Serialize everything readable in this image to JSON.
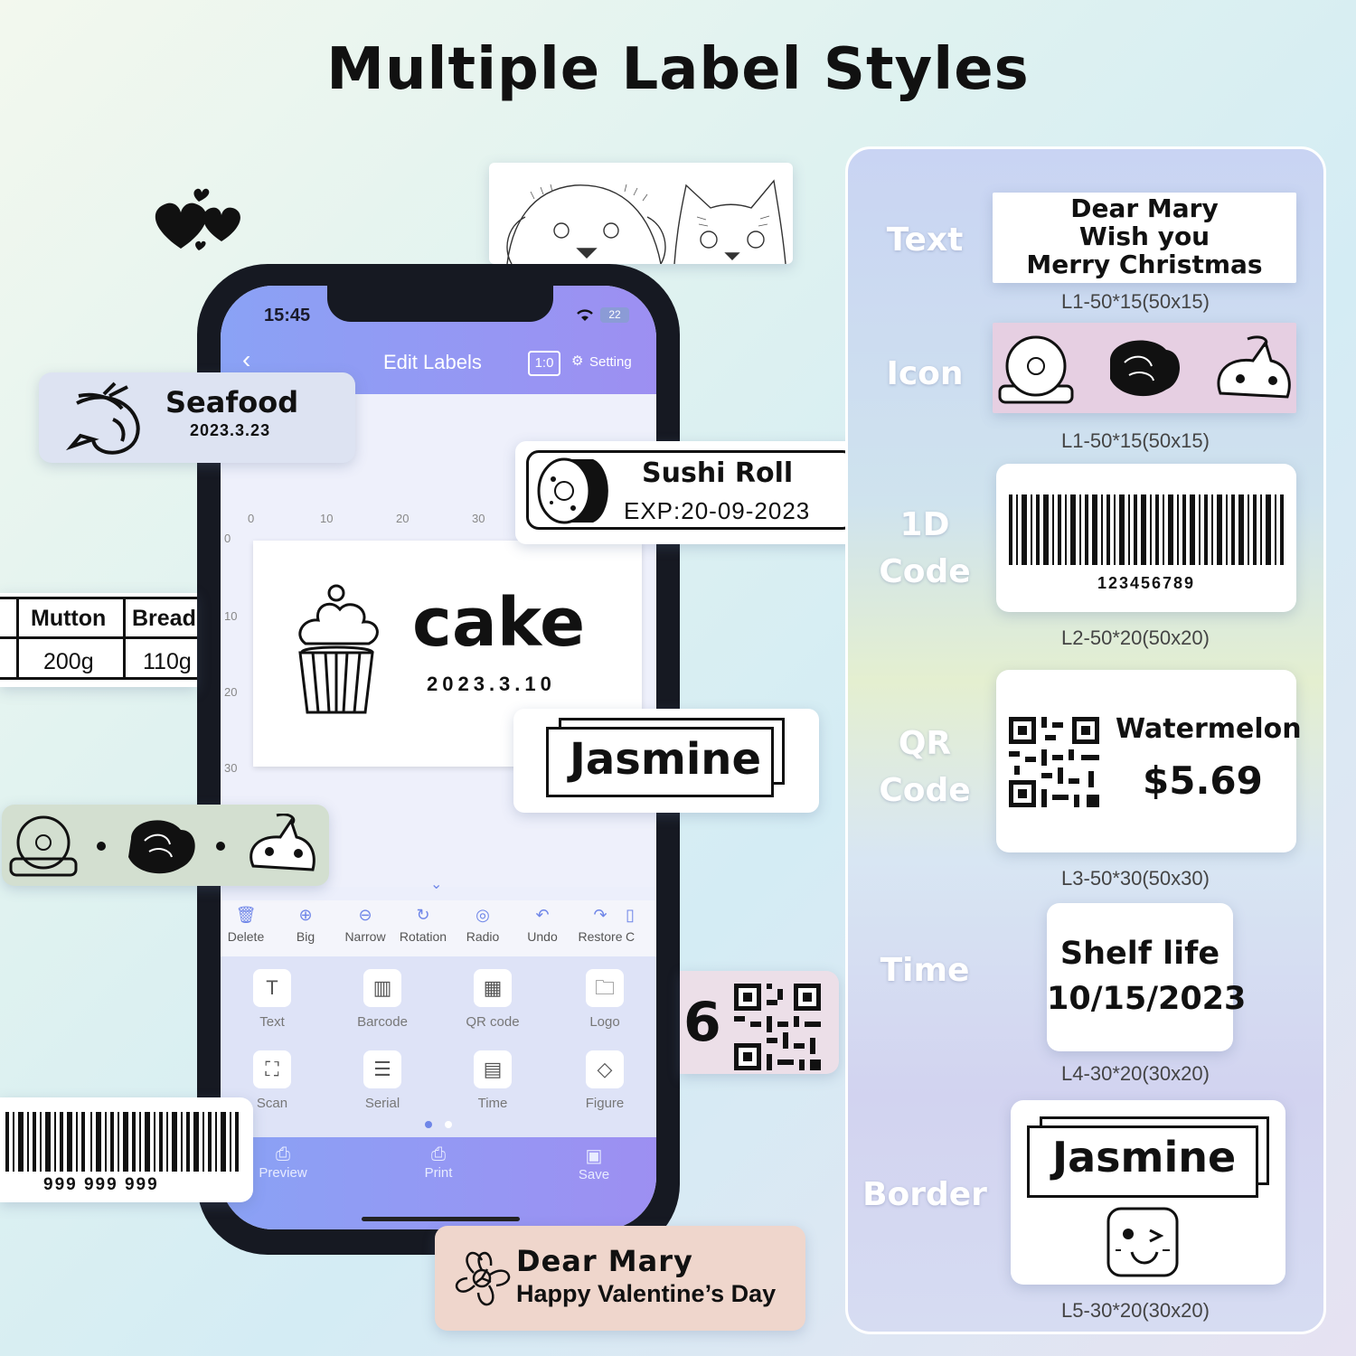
{
  "page": {
    "title": "Multiple Label Styles"
  },
  "phone": {
    "time": "15:45",
    "battery": "22",
    "nav": {
      "back_icon": "chevron-left-icon",
      "title": "Edit Labels",
      "ratio_label": "1:0",
      "setting_label": "Setting"
    },
    "ruler": {
      "h_ticks": [
        "0",
        "10",
        "20",
        "30"
      ],
      "v_ticks": [
        "0",
        "10",
        "20",
        "30"
      ]
    },
    "canvas_label": {
      "text": "cake",
      "date": "2023.3.10"
    },
    "toolbar": [
      {
        "label": "Delete",
        "icon": "trash-icon"
      },
      {
        "label": "Big",
        "icon": "zoom-in-icon"
      },
      {
        "label": "Narrow",
        "icon": "zoom-out-icon"
      },
      {
        "label": "Rotation",
        "icon": "rotate-icon"
      },
      {
        "label": "Radio",
        "icon": "check-circle-icon"
      },
      {
        "label": "Undo",
        "icon": "undo-icon"
      },
      {
        "label": "Restore",
        "icon": "redo-icon"
      },
      {
        "label": "C",
        "icon": "more-icon"
      }
    ],
    "grid": [
      {
        "label": "Text",
        "icon": "text-icon"
      },
      {
        "label": "Barcode",
        "icon": "barcode-icon"
      },
      {
        "label": "QR code",
        "icon": "qr-icon"
      },
      {
        "label": "Logo",
        "icon": "folder-icon"
      },
      {
        "label": "Scan",
        "icon": "scan-icon"
      },
      {
        "label": "Serial",
        "icon": "serial-icon"
      },
      {
        "label": "Time",
        "icon": "calendar-icon"
      },
      {
        "label": "Figure",
        "icon": "figure-icon"
      }
    ],
    "bottom": [
      {
        "label": "Preview",
        "icon": "preview-icon"
      },
      {
        "label": "Print",
        "icon": "printer-icon"
      },
      {
        "label": "Save",
        "icon": "save-icon"
      }
    ]
  },
  "float_labels": {
    "seafood": {
      "title": "Seafood",
      "date": "2023.3.23"
    },
    "sushi": {
      "title": "Sushi Roll",
      "exp": "EXP:20-09-2023"
    },
    "table": {
      "headers": [
        "Mutton",
        "Bread"
      ],
      "values": [
        "200g",
        "110g"
      ]
    },
    "jasmine": "Jasmine",
    "barcode_number": "999 999 999",
    "qr_prefix": "6",
    "valentine": {
      "line1": "Dear Mary",
      "line2": "Happy Valentine’s Day"
    }
  },
  "panel": {
    "rows": [
      {
        "category": "Text",
        "lines": [
          "Dear Mary",
          "Wish you",
          "Merry Christmas"
        ],
        "spec": "L1-50*15(50x15)"
      },
      {
        "category": "Icon",
        "spec": "L1-50*15(50x15)"
      },
      {
        "category": "1D\nCode",
        "number": "123456789",
        "spec": "L2-50*20(50x20)"
      },
      {
        "category": "QR\nCode",
        "name": "Watermelon",
        "price": "$5.69",
        "spec": "L3-50*30(50x30)"
      },
      {
        "category": "Time",
        "lines": [
          "Shelf life",
          "10/15/2023"
        ],
        "spec": "L4-30*20(30x20)"
      },
      {
        "category": "Border",
        "text": "Jasmine",
        "spec": "L5-30*20(30x20)"
      }
    ]
  },
  "colors": {
    "accent": "#8aa2f5",
    "accent2": "#9d8ff2",
    "text": "#111111"
  }
}
